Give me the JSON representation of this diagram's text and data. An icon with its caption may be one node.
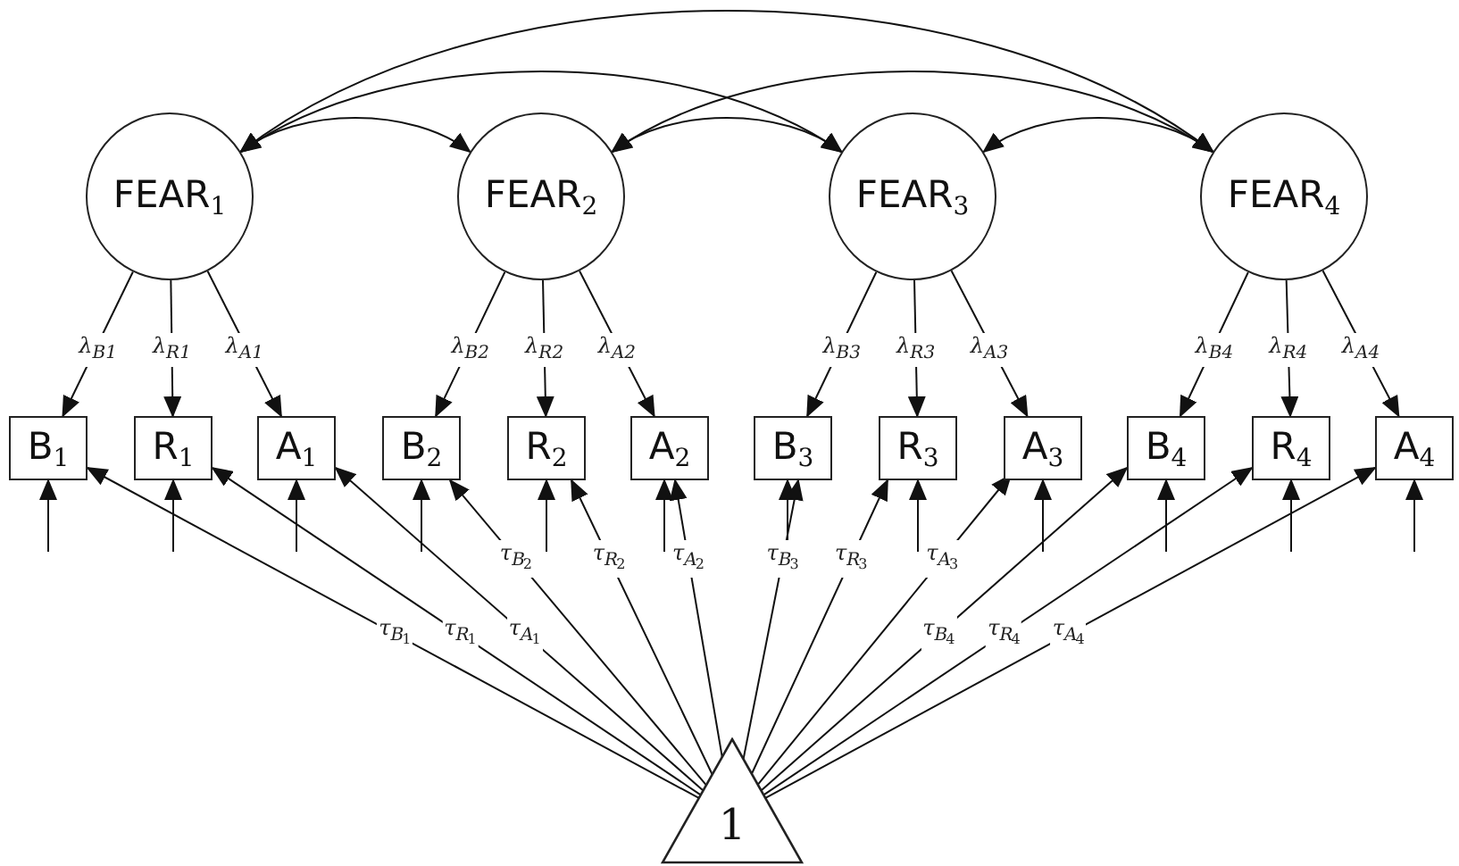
{
  "diagram": {
    "nodes": [
      {
        "text": [
          "FEAR$_{1}$"
        ]
      },
      {
        "text": [
          "FEAR$_{2}$"
        ]
      },
      {
        "text": [
          "FEAR$_{3}$"
        ]
      },
      {
        "text": [
          "FEAR$_{4}$"
        ]
      },
      {
        "text": [
          "B$_{1}$"
        ]
      },
      {
        "text": [
          "R$_{1}$"
        ]
      },
      {
        "text": [
          "A$_{1}$"
        ]
      },
      {
        "text": [
          "B$_{2}$"
        ]
      },
      {
        "text": [
          "R$_{2}$"
        ]
      },
      {
        "text": [
          "A$_{2}$"
        ]
      },
      {
        "text": [
          "B$_{3}$"
        ]
      },
      {
        "text": [
          "R$_{3}$"
        ]
      },
      {
        "text": [
          "A$_{3}$"
        ]
      },
      {
        "text": [
          "B$_{4}$"
        ]
      },
      {
        "text": [
          "R$_{4}$"
        ]
      },
      {
        "text": [
          "A$_{4}$"
        ]
      },
      {
        "text": [
          "1"
        ]
      }
    ],
    "edges": [
      {
        "from": 0,
        "to": 1,
        "arrow": "both"
      },
      {
        "from": 0,
        "to": 2,
        "arrow": "both"
      },
      {
        "from": 0,
        "to": 3,
        "arrow": "both"
      },
      {
        "from": 1,
        "to": 2,
        "arrow": "both"
      },
      {
        "from": 1,
        "to": 3,
        "arrow": "both"
      },
      {
        "from": 2,
        "to": 3,
        "arrow": "both"
      },
      {
        "from": 0,
        "to": 4,
        "arrow": "to",
        "label": "λ$_{B1}$"
      },
      {
        "from": 0,
        "to": 5,
        "arrow": "to",
        "label": "λ$_{R1}$"
      },
      {
        "from": 0,
        "to": 6,
        "arrow": "to",
        "label": "λ$_{A1}$"
      },
      {
        "from": 1,
        "to": 7,
        "arrow": "to",
        "label": "λ$_{B2}$"
      },
      {
        "from": 1,
        "to": 8,
        "arrow": "to",
        "label": "λ$_{R2}$"
      },
      {
        "from": 1,
        "to": 9,
        "arrow": "to",
        "label": "λ$_{A2}$"
      },
      {
        "from": 2,
        "to": 10,
        "arrow": "to",
        "label": "λ$_{B3}$"
      },
      {
        "from": 2,
        "to": 11,
        "arrow": "to",
        "label": "λ$_{R3}$"
      },
      {
        "from": 2,
        "to": 12,
        "arrow": "to",
        "label": "λ$_{A3}$"
      },
      {
        "from": 3,
        "to": 13,
        "arrow": "to",
        "label": "λ$_{B4}$"
      },
      {
        "from": 3,
        "to": 14,
        "arrow": "to",
        "label": "λ$_{R4}$"
      },
      {
        "from": 3,
        "to": 15,
        "arrow": "to",
        "label": "λ$_{A4}$"
      },
      {
        "from": null,
        "to": 4,
        "arrow": "to"
      },
      {
        "from": null,
        "to": 5,
        "arrow": "to"
      },
      {
        "from": null,
        "to": 6,
        "arrow": "to"
      },
      {
        "from": null,
        "to": 7,
        "arrow": "to"
      },
      {
        "from": null,
        "to": 8,
        "arrow": "to"
      },
      {
        "from": null,
        "to": 9,
        "arrow": "to"
      },
      {
        "from": null,
        "to": 10,
        "arrow": "to"
      },
      {
        "from": null,
        "to": 11,
        "arrow": "to"
      },
      {
        "from": null,
        "to": 12,
        "arrow": "to"
      },
      {
        "from": null,
        "to": 13,
        "arrow": "to"
      },
      {
        "from": null,
        "to": 14,
        "arrow": "to"
      },
      {
        "from": null,
        "to": 15,
        "arrow": "to"
      },
      {
        "from": 16,
        "to": 4,
        "arrow": "to",
        "label": "τ$_{B}$$_{1}$"
      },
      {
        "from": 16,
        "to": 5,
        "arrow": "to",
        "label": "τ$_{R}$$_{1}$"
      },
      {
        "from": 16,
        "to": 6,
        "arrow": "to",
        "label": "τ$_{A}$$_{1}$"
      },
      {
        "from": 16,
        "to": 7,
        "arrow": "to",
        "label": "τ$_{B}$$_{2}$"
      },
      {
        "from": 16,
        "to": 8,
        "arrow": "to",
        "label": "τ$_{R}$$_{2}$"
      },
      {
        "from": 16,
        "to": 9,
        "arrow": "to",
        "label": "τ$_{A}$$_{2}$"
      },
      {
        "from": 16,
        "to": 10,
        "arrow": "to",
        "label": "τ$_{B}$$_{3}$"
      },
      {
        "from": 16,
        "to": 11,
        "arrow": "to",
        "label": "τ$_{R}$$_{3}$"
      },
      {
        "from": 16,
        "to": 12,
        "arrow": "to",
        "label": "τ$_{A}$$_{3}$"
      },
      {
        "from": 16,
        "to": 13,
        "arrow": "to",
        "label": "τ$_{B}$$_{4}$"
      },
      {
        "from": 16,
        "to": 14,
        "arrow": "to",
        "label": "τ$_{R}$$_{4}$"
      },
      {
        "from": 16,
        "to": 15,
        "arrow": "to",
        "label": "τ$_{A}$$_{4}$"
      }
    ]
  }
}
